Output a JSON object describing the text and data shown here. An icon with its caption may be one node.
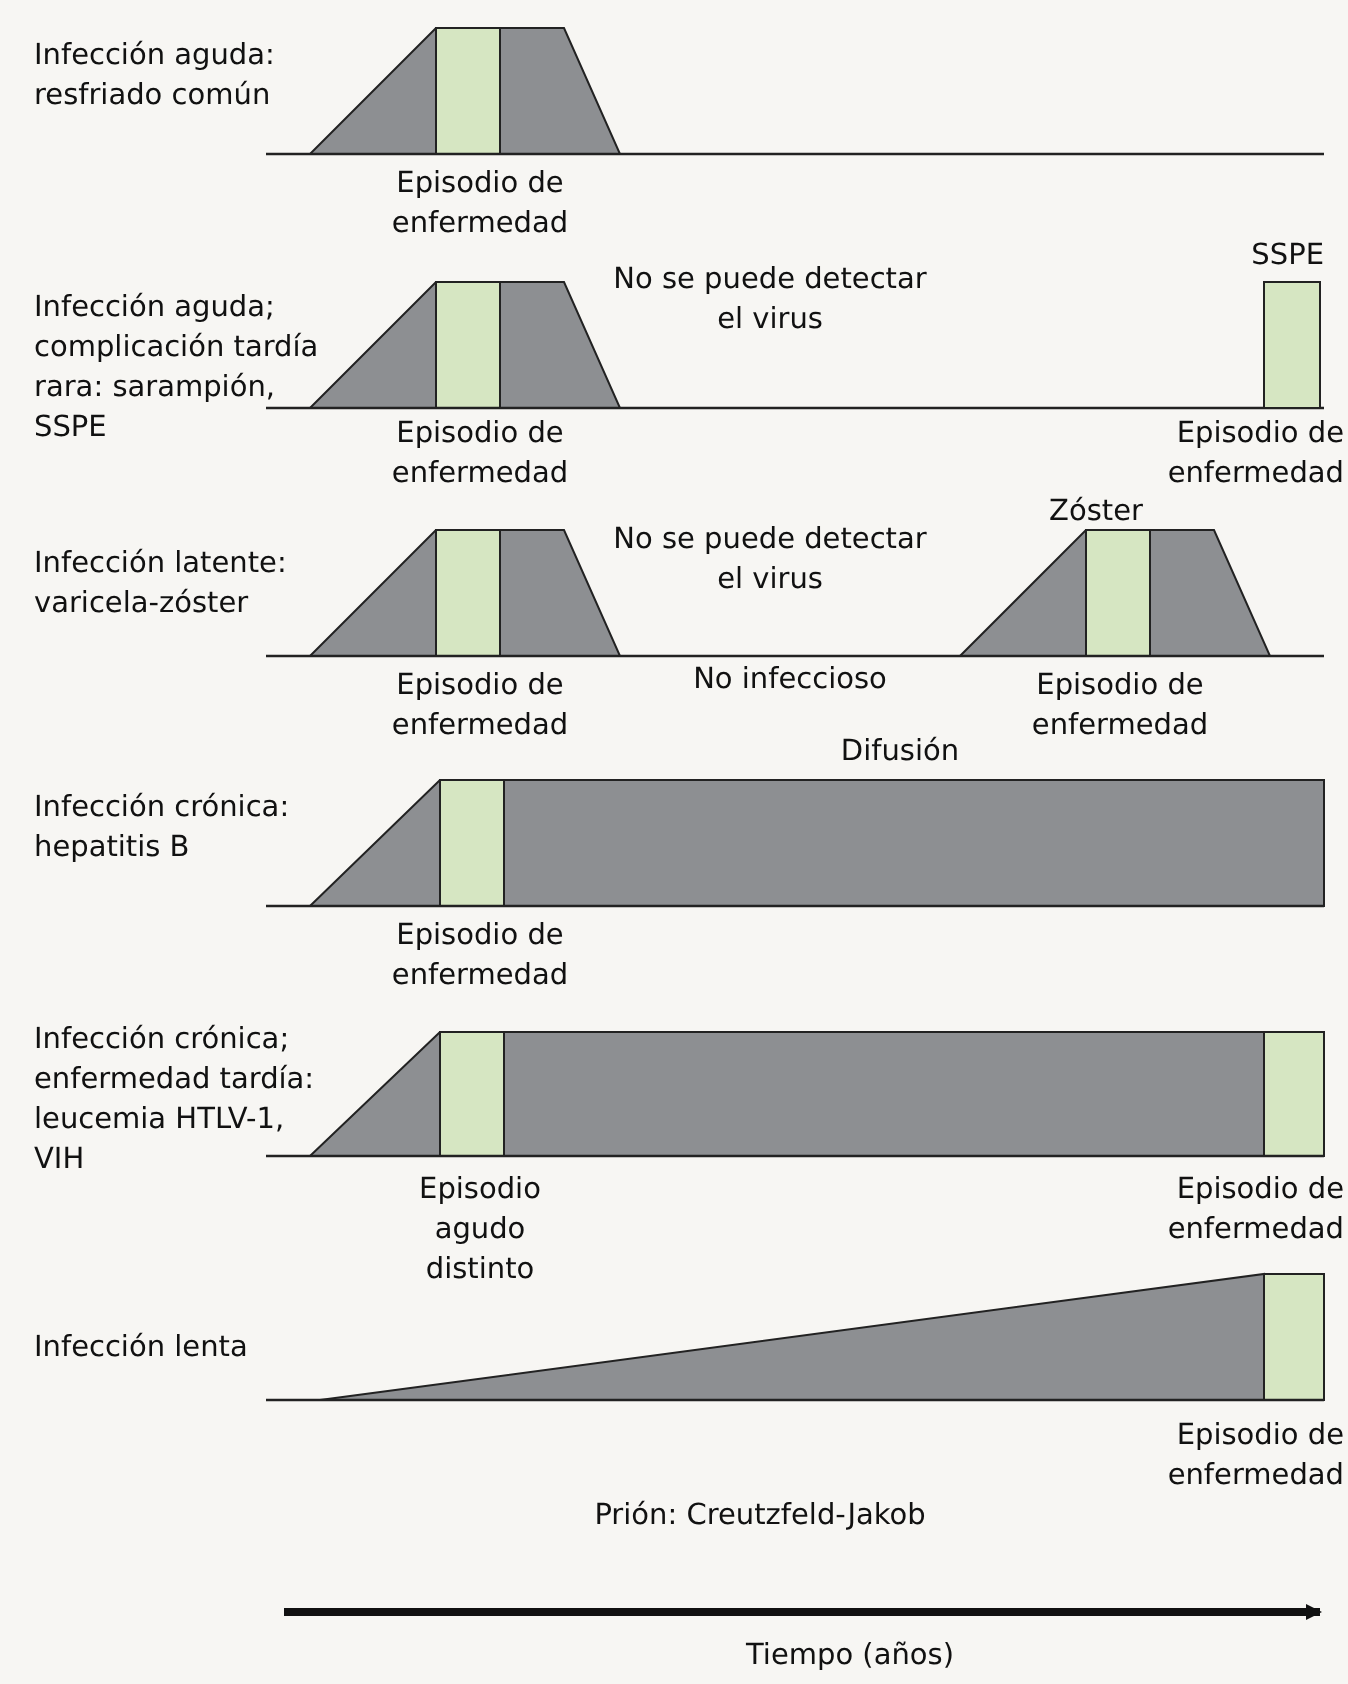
{
  "diagram": {
    "labels": [
      "Infección aguda: resfriado común",
      "Episodio de enfermedad",
      "Infección aguda; complicación tardía rara: sarampión, SSPE",
      "No se puede detectar el virus",
      "SSPE",
      "Episodio de enfermedad",
      "Episodio de enfermedad",
      "Zóster",
      "Infección latente: varicela-zóster",
      "No se puede detectar el virus",
      "Episodio de enfermedad",
      "No infeccioso",
      "Episodio de enfermedad",
      "Difusión",
      "Infección crónica: hepatitis B",
      "Episodio de enfermedad",
      "Infección crónica; enfermedad tardía: leucemia HTLV-1, VIH",
      "Episodio agudo distinto",
      "Episodio de enfermedad",
      "Infección lenta",
      "Episodio de enfermedad",
      "Prión: Creutzfeld-Jakob",
      "Tiempo (años)"
    ]
  }
}
